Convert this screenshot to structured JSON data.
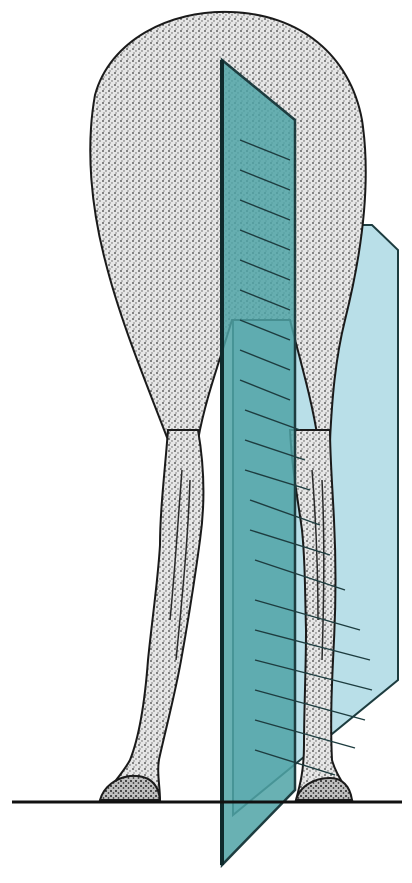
{
  "figure": {
    "subject": "horse-hind-limbs-rear-view",
    "planes": [
      "median-plane",
      "limb-alignment-plane"
    ],
    "colors": {
      "background": "#ffffff",
      "ink": "#1a1a1a",
      "coat_light": "#f2f2f2",
      "coat_mid": "#d9d9d9",
      "plane_dark": "#4fa3a6",
      "plane_light": "#b9dfe8",
      "plane_edge": "#1d3c3f",
      "ground": "#111111"
    }
  }
}
